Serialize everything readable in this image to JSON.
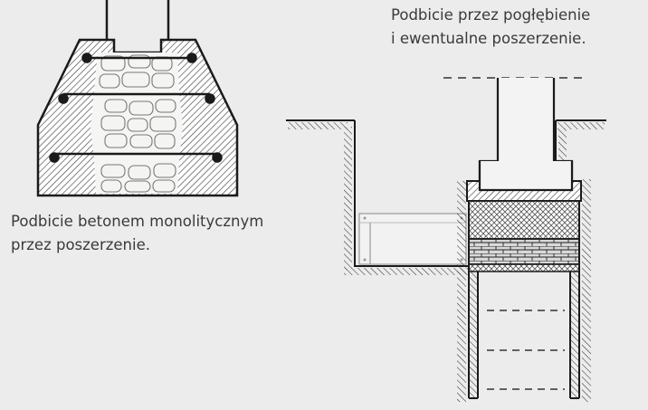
{
  "captions": {
    "left": {
      "line1": "Podbicie betonem monolitycznym",
      "line2": "przez poszerzenie."
    },
    "right": {
      "line1": "Podbicie przez pogłębienie",
      "line2": "i ewentualne poszerzenie."
    }
  },
  "colors": {
    "background": "#ececec",
    "ink": "#1a1a1a",
    "text": "#3a3a3a",
    "hatch": "#555555",
    "stone_fill": "#f4f4f2"
  }
}
